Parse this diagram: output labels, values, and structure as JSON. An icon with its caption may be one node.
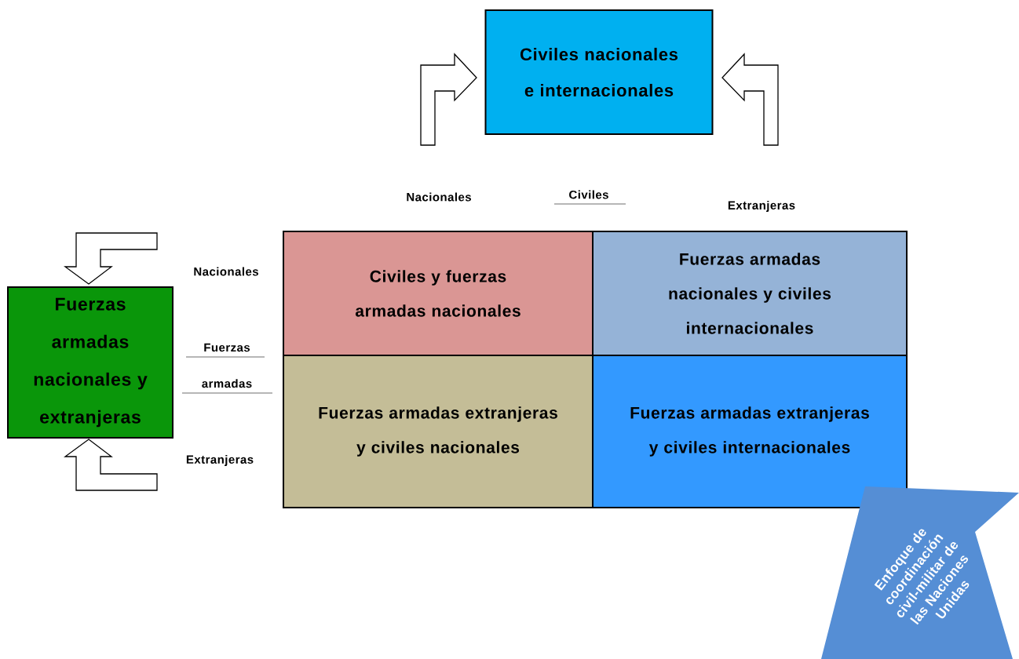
{
  "diagram": {
    "nodes": [
      {
        "text": [
          "Civiles nacionales e internacionales"
        ]
      },
      {
        "text": [
          "Fuerzas armadas nacionales y extranjeras"
        ]
      },
      {
        "text": [
          "Civiles y fuerzas armadas nacionales"
        ]
      },
      {
        "text": [
          "Fuerzas armadas nacionales y civiles internacionales"
        ]
      },
      {
        "text": [
          "Fuerzas armadas extranjeras y civiles nacionales"
        ]
      },
      {
        "text": [
          "Fuerzas armadas extranjeras y civiles internacionales"
        ]
      },
      {
        "text": [
          "Enfoque de coordinación civil-militar de las Naciones Unidas"
        ]
      }
    ],
    "edges": [
      {
        "from": null,
        "to": 0,
        "arrow": "to"
      },
      {
        "from": null,
        "to": 0,
        "arrow": "to"
      },
      {
        "from": null,
        "to": 1,
        "arrow": "to"
      },
      {
        "from": null,
        "to": 1,
        "arrow": "to"
      }
    ],
    "labels": [
      "Nacionales",
      "Civiles",
      "Extranjeras",
      "Nacionales",
      "Fuerzas armadas",
      "Extranjeras"
    ]
  }
}
